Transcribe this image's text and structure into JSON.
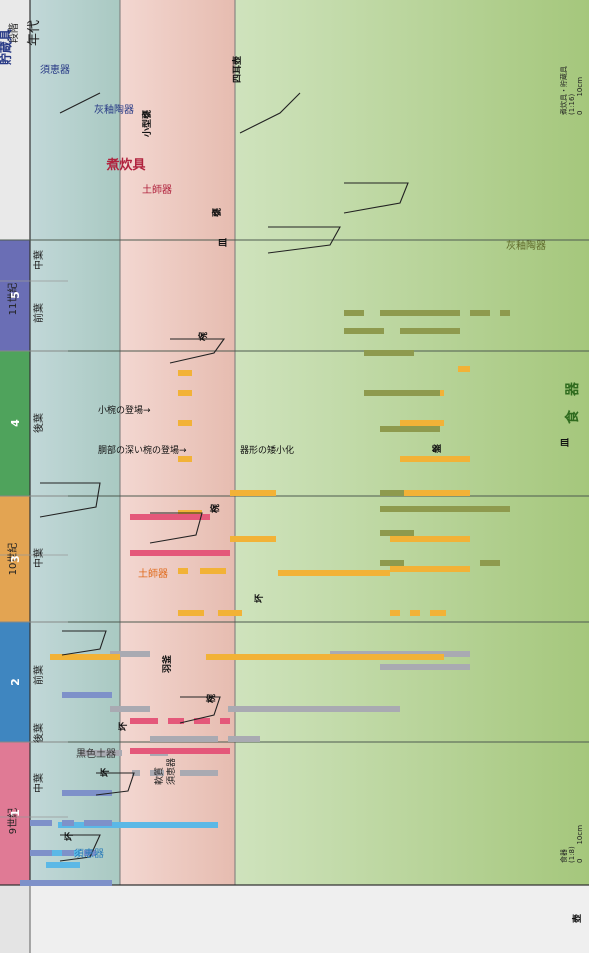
{
  "header": {
    "nendai": "年代",
    "dankai": "段階",
    "tableware": "食　器",
    "cooking": "煮炊具",
    "storage": "貯蔵具"
  },
  "era": {
    "ninth_century": "9世紀",
    "tenth_century": "10世紀",
    "eleventh_century": "11世紀",
    "c9_mid": "中葉",
    "c9_late": "後葉",
    "c10_early": "前葉",
    "c10_mid": "中葉",
    "c10_late": "後葉",
    "c11_early": "前葉",
    "c11_mid": "中葉"
  },
  "stages": [
    {
      "label": "1",
      "color": "#e07a95"
    },
    {
      "label": "2",
      "color": "#3f86c0"
    },
    {
      "label": "3",
      "color": "#e3a452"
    },
    {
      "label": "4",
      "color": "#4fa35c"
    },
    {
      "label": "5",
      "color": "#6a6eb5"
    }
  ],
  "wares": {
    "sue": "須恵器",
    "kokushoku": "黒色土器",
    "hajiki": "土師器",
    "kaiyu": "灰釉陶器",
    "nanshitsu_1": "軟質",
    "nanshitsu_2": "須恵器",
    "cook_hajiki": "土師器",
    "store_sue": "須恵器",
    "store_kaiyu": "灰釉陶器"
  },
  "vessel_labels": {
    "tuki_1": "坏",
    "tuki_2": "坏",
    "tuki_3": "坏",
    "tuki_4": "坏",
    "wan_1": "椀",
    "wan_2": "椀",
    "wan_3": "椀",
    "sara_1": "皿",
    "sara_2": "皿",
    "ban": "盤",
    "kame": "甕",
    "kogata_kame": "小型甕",
    "hagama": "羽釜",
    "shijiko": "四耳壺",
    "tsubo": "壺"
  },
  "notes": {
    "deep_bowl": "胴部の深い椀の登場→",
    "small_bowl": "小椀の登場→",
    "shrink": "器形の矮小化"
  },
  "scale": {
    "table_label": "食器",
    "table_ratio": "(1:8)",
    "table_marks": "0　　10cm",
    "cook_label": "煮炊具・貯蔵具",
    "cook_ratio": "(1:16)",
    "cook_marks": "0　　10cm"
  },
  "colors": {
    "sue_blue": "#5bb8e6",
    "kokushoku_gray": "#a9aab2",
    "hajiki_orange": "#f2b237",
    "kaiyu_olive": "#8e9a4e",
    "cook_red": "#e4587a",
    "store_blue": "#7e91c9",
    "tableware_bg_top": "#c9e0b4",
    "tableware_bg_bottom": "#a9c97b",
    "cooking_bg": "#f1cfc9",
    "storage_bg": "#c2d6d9"
  }
}
